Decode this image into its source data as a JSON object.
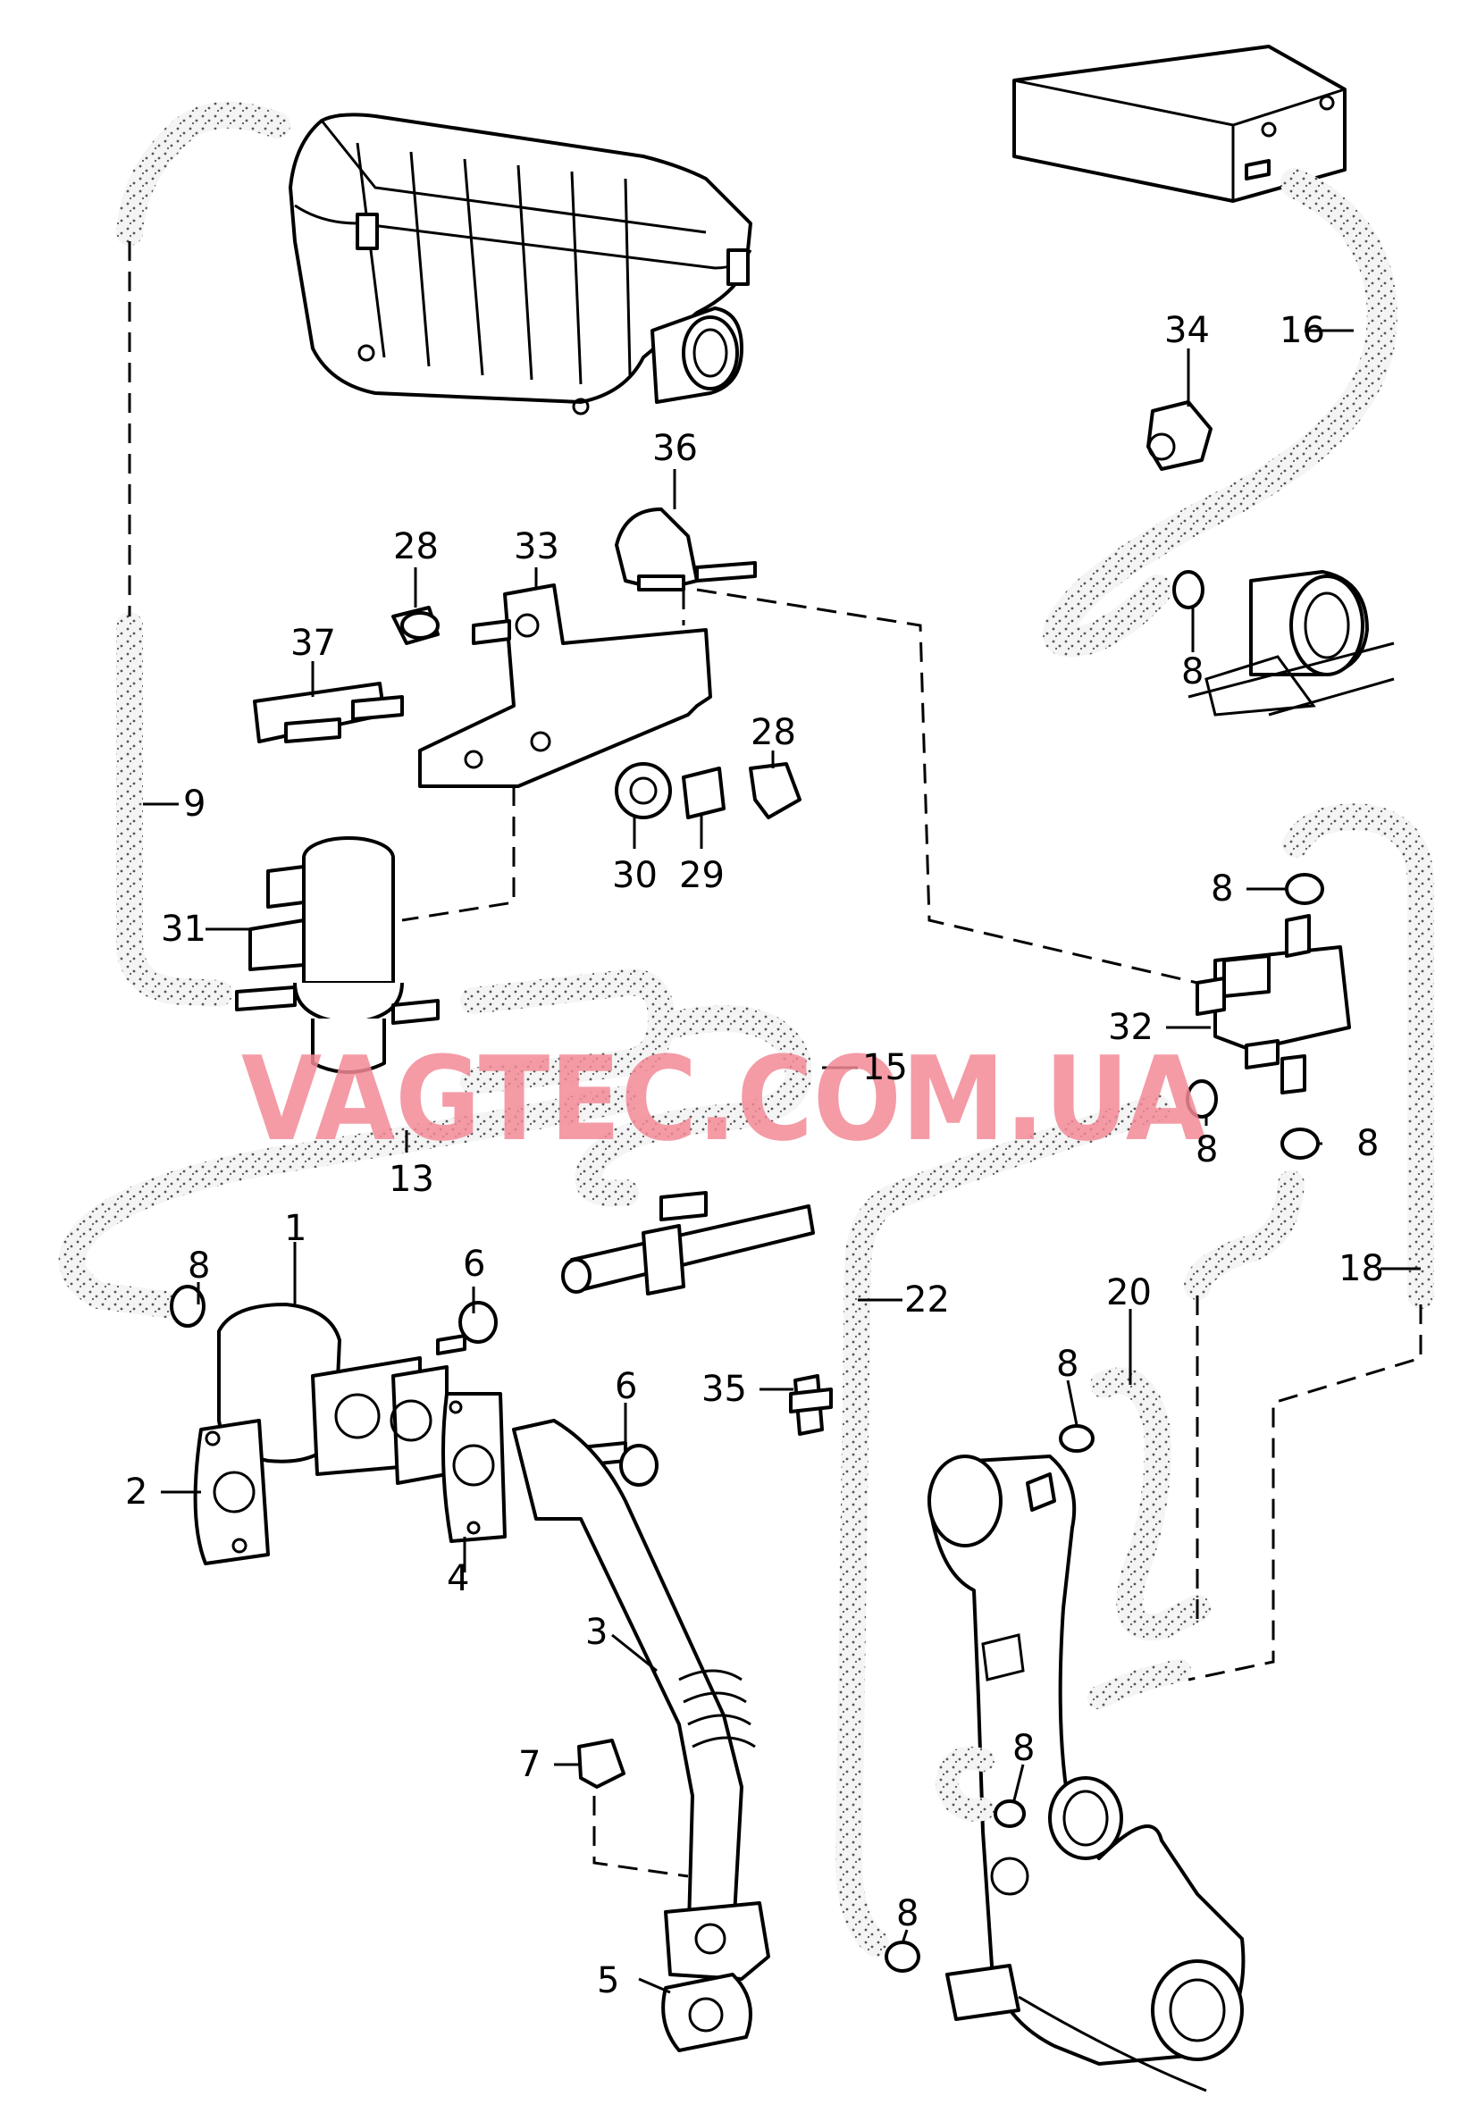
{
  "watermark": {
    "text": "VAGTEC.COM.UA",
    "color": "#f28a96"
  },
  "callouts": {
    "c1": "1",
    "c2": "2",
    "c3": "3",
    "c4": "4",
    "c5": "5",
    "c6a": "6",
    "c6b": "6",
    "c7": "7",
    "c8a": "8",
    "c8b": "8",
    "c8c": "8",
    "c8d": "8",
    "c8e": "8",
    "c8f": "8",
    "c8g": "8",
    "c8h": "8",
    "c9": "9",
    "c13": "13",
    "c15": "15",
    "c16": "16",
    "c18": "18",
    "c20": "20",
    "c22": "22",
    "c28a": "28",
    "c28b": "28",
    "c29": "29",
    "c30": "30",
    "c31": "31",
    "c32": "32",
    "c33": "33",
    "c34": "34",
    "c35": "35",
    "c36": "36",
    "c37": "37"
  },
  "colors": {
    "line": "#000000",
    "hose_fill": "#f4f4f4",
    "hose_stipple": "#555555"
  }
}
